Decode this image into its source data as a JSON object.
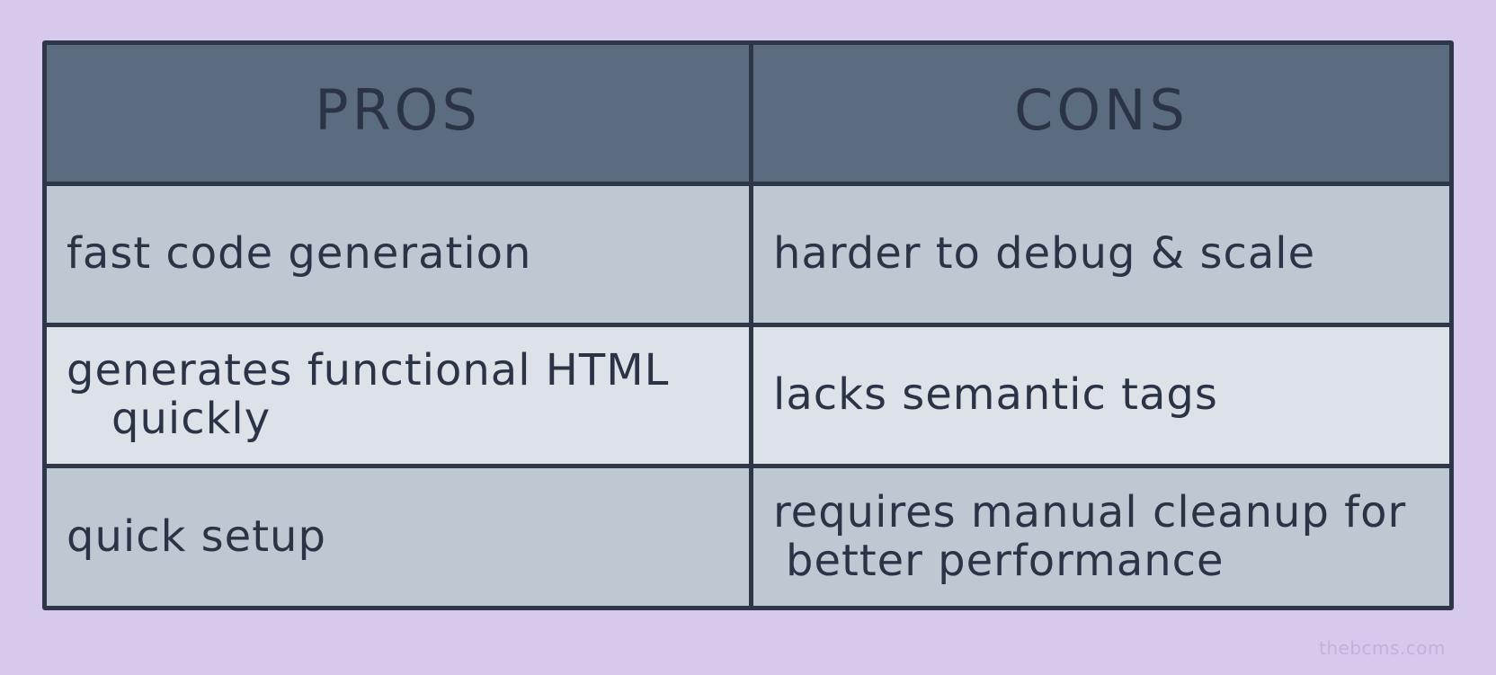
{
  "table": {
    "headers": [
      "PROS",
      "CONS"
    ],
    "rows": [
      {
        "pro": "fast code generation",
        "con": "harder to debug & scale"
      },
      {
        "pro": "generates functional HTML quickly",
        "pro_line1": "generates functional HTML",
        "pro_line2": "quickly",
        "con": "lacks semantic tags"
      },
      {
        "pro": "quick setup",
        "con": "requires manual cleanup for better performance",
        "con_line1": "requires manual cleanup for",
        "con_line2": "better performance"
      }
    ]
  },
  "watermark": "thebcms.com",
  "colors": {
    "background": "#d6c9eb",
    "border": "#2d3748",
    "header": "#5b6c80",
    "row_mid": "#bdc8d2",
    "row_light": "#dce2e8",
    "text": "#2b3447"
  }
}
